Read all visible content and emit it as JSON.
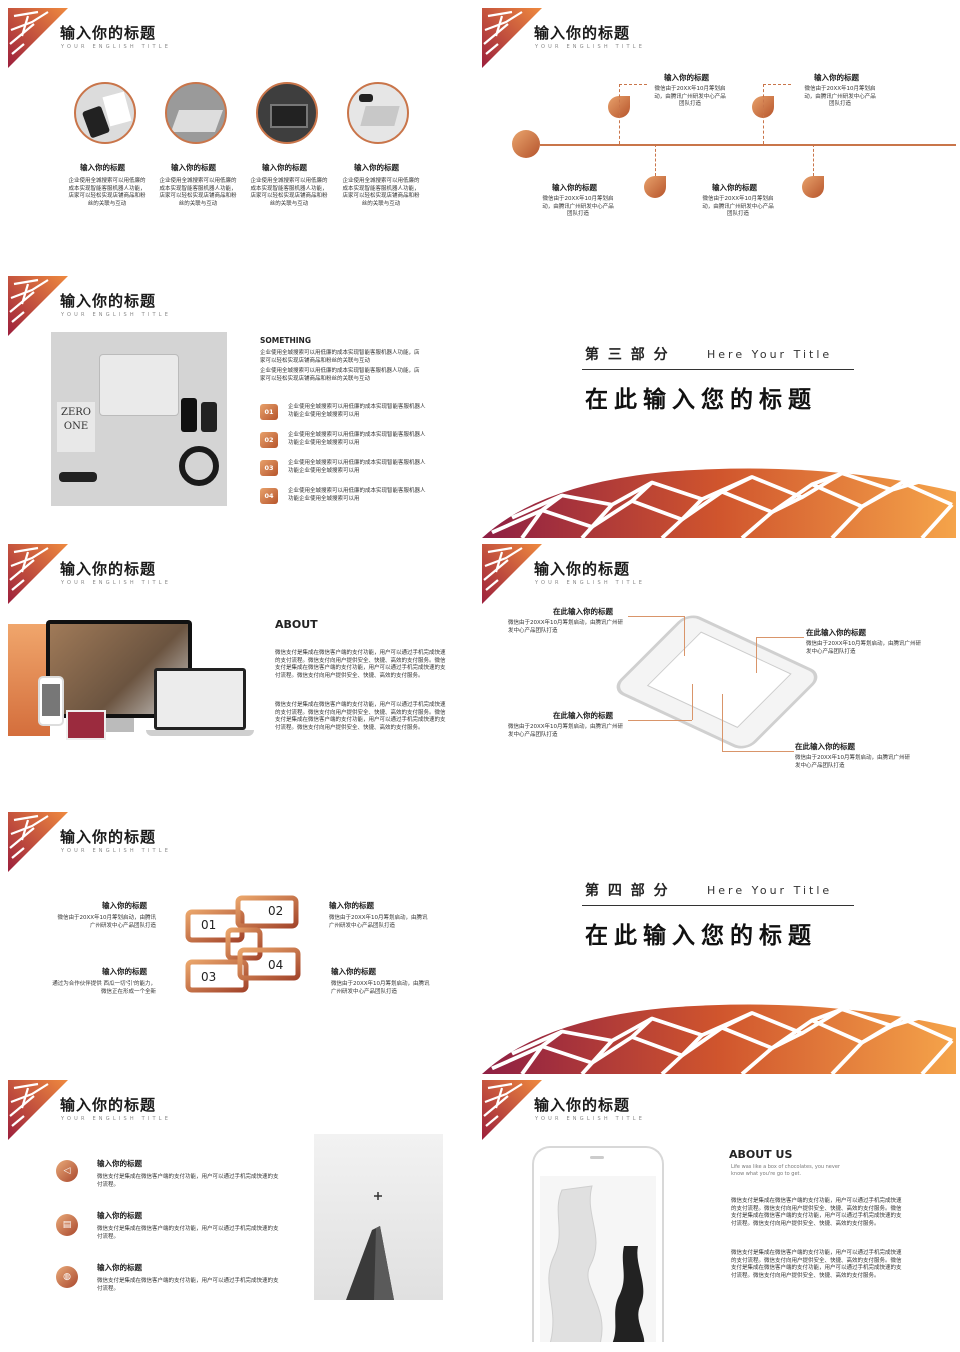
{
  "colors": {
    "accent_light": "#f08a3c",
    "accent_dark": "#9c1f3c",
    "line": "#c9754a"
  },
  "common": {
    "slide_title": "输入你的标题",
    "slide_subtitle": "YOUR ENGLISH TITLE"
  },
  "slide1": {
    "items": [
      {
        "title": "输入你的标题",
        "text": "企业使用全城搜索可以用低廉的成本实现智能客服机器人功能，店家可以轻松实现店铺商品和粉丝的关联与互动"
      },
      {
        "title": "输入你的标题",
        "text": "企业使用全城搜索可以用低廉的成本实现智能客服机器人功能，店家可以轻松实现店铺商品和粉丝的关联与互动"
      },
      {
        "title": "输入你的标题",
        "text": "企业使用全城搜索可以用低廉的成本实现智能客服机器人功能，店家可以轻松实现店铺商品和粉丝的关联与互动"
      },
      {
        "title": "输入你的标题",
        "text": "企业使用全城搜索可以用低廉的成本实现智能客服机器人功能，店家可以轻松实现店铺商品和粉丝的关联与互动"
      }
    ]
  },
  "slide2": {
    "items": [
      {
        "title": "输入你的标题",
        "text": "微信由于20XX年10月筹划启动，由腾讯广州研发中心产品团队打造"
      },
      {
        "title": "输入你的标题",
        "text": "微信由于20XX年10月筹划启动，由腾讯广州研发中心产品团队打造"
      },
      {
        "title": "输入你的标题",
        "text": "微信由于20XX年10月筹划启动，由腾讯广州研发中心产品团队打造"
      },
      {
        "title": "输入你的标题",
        "text": "微信由于20XX年10月筹划启动，由腾讯广州研发中心产品团队打造"
      }
    ]
  },
  "slide3": {
    "heading": "SOMETHING",
    "intro1": "企业使用全城搜索可以用低廉的成本实现智能客服机器人功能，店家可以轻松实现店铺商品和粉丝的关联与互动",
    "intro2": "企业使用全城搜索可以用低廉的成本实现智能客服机器人功能，店家可以轻松实现店铺商品和粉丝的关联与互动",
    "book_line1": "ZERO",
    "book_line2": "ONE",
    "items": [
      {
        "num": "01",
        "text": "企业使用全城搜索可以用低廉的成本实现智能客服机器人功能企业使用全城搜索可以用"
      },
      {
        "num": "02",
        "text": "企业使用全城搜索可以用低廉的成本实现智能客服机器人功能企业使用全城搜索可以用"
      },
      {
        "num": "03",
        "text": "企业使用全城搜索可以用低廉的成本实现智能客服机器人功能企业使用全城搜索可以用"
      },
      {
        "num": "04",
        "text": "企业使用全城搜索可以用低廉的成本实现智能客服机器人功能企业使用全城搜索可以用"
      }
    ]
  },
  "section3": {
    "part": "第 三 部 分",
    "en": "Here Your Title",
    "title": "在此输入您的标题"
  },
  "slide5": {
    "heading": "ABOUT",
    "para1": "微信支付是集成在微信客户端的支付功能，用户可以通过手机完成快速的支付流程。微信支付向用户提供安全、快捷、高效的支付服务。微信支付是集成在微信客户端的支付功能，用户可以通过手机完成快速的支付流程。微信支付向用户提供安全、快捷、高效的支付服务。",
    "para2": "微信支付是集成在微信客户端的支付功能，用户可以通过手机完成快速的支付流程。微信支付向用户提供安全、快捷、高效的支付服务。微信支付是集成在微信客户端的支付功能，用户可以通过手机完成快速的支付流程。微信支付向用户提供安全、快捷、高效的支付服务。"
  },
  "slide6": {
    "items": [
      {
        "title": "在此输入你的标题",
        "text": "微信由于20XX年10月筹划启动，由腾讯广州研发中心产品团队打造"
      },
      {
        "title": "在此输入你的标题",
        "text": "微信由于20XX年10月筹划启动，由腾讯广州研发中心产品团队打造"
      },
      {
        "title": "在此输入你的标题",
        "text": "微信由于20XX年10月筹划启动，由腾讯广州研发中心产品团队打造"
      },
      {
        "title": "在此输入你的标题",
        "text": "微信由于20XX年10月筹划启动，由腾讯广州研发中心产品团队打造"
      }
    ]
  },
  "slide7": {
    "nums": [
      "01",
      "02",
      "03",
      "04"
    ],
    "items": [
      {
        "title": "输入你的标题",
        "text": "微信由于20XX年10月筹划启动，由腾讯广州研发中心产品团队打造"
      },
      {
        "title": "输入你的标题",
        "text": "微信由于20XX年10月筹划启动，由腾讯广州研发中心产品团队打造"
      },
      {
        "title": "输入你的标题",
        "text": "通过为合作伙伴提供 西瓜一切'引'的能力，微信正在形成一个全新"
      },
      {
        "title": "输入你的标题",
        "text": "微信由于20XX年10月筹划启动，由腾讯广州研发中心产品团队打造"
      }
    ]
  },
  "section4": {
    "part": "第 四 部 分",
    "en": "Here Your Title",
    "title": "在此输入您的标题"
  },
  "slide9": {
    "items": [
      {
        "title": "输入你的标题",
        "text": "微信支付是集成在微信客户端的支付功能，用户可以通过手机完成快速的支付流程。",
        "icon": "◁"
      },
      {
        "title": "输入你的标题",
        "text": "微信支付是集成在微信客户端的支付功能，用户可以通过手机完成快速的支付流程。",
        "icon": "▤"
      },
      {
        "title": "输入你的标题",
        "text": "微信支付是集成在微信客户端的支付功能，用户可以通过手机完成快速的支付流程。",
        "icon": "◍"
      }
    ]
  },
  "slide10": {
    "heading": "ABOUT US",
    "tagline": "Life was like a box of chocolates, you never know what you're go to get.",
    "para1": "微信支付是集成在微信客户端的支付功能，用户可以通过手机完成快速的支付流程。微信支付向用户提供安全、快捷、高效的支付服务。微信支付是集成在微信客户端的支付功能，用户可以通过手机完成快速的支付流程。微信支付向用户提供安全、快捷、高效的支付服务。",
    "para2": "微信支付是集成在微信客户端的支付功能，用户可以通过手机完成快速的支付流程。微信支付向用户提供安全、快捷、高效的支付服务。微信支付是集成在微信客户端的支付功能，用户可以通过手机完成快速的支付流程。微信支付向用户提供安全、快捷、高效的支付服务。"
  }
}
